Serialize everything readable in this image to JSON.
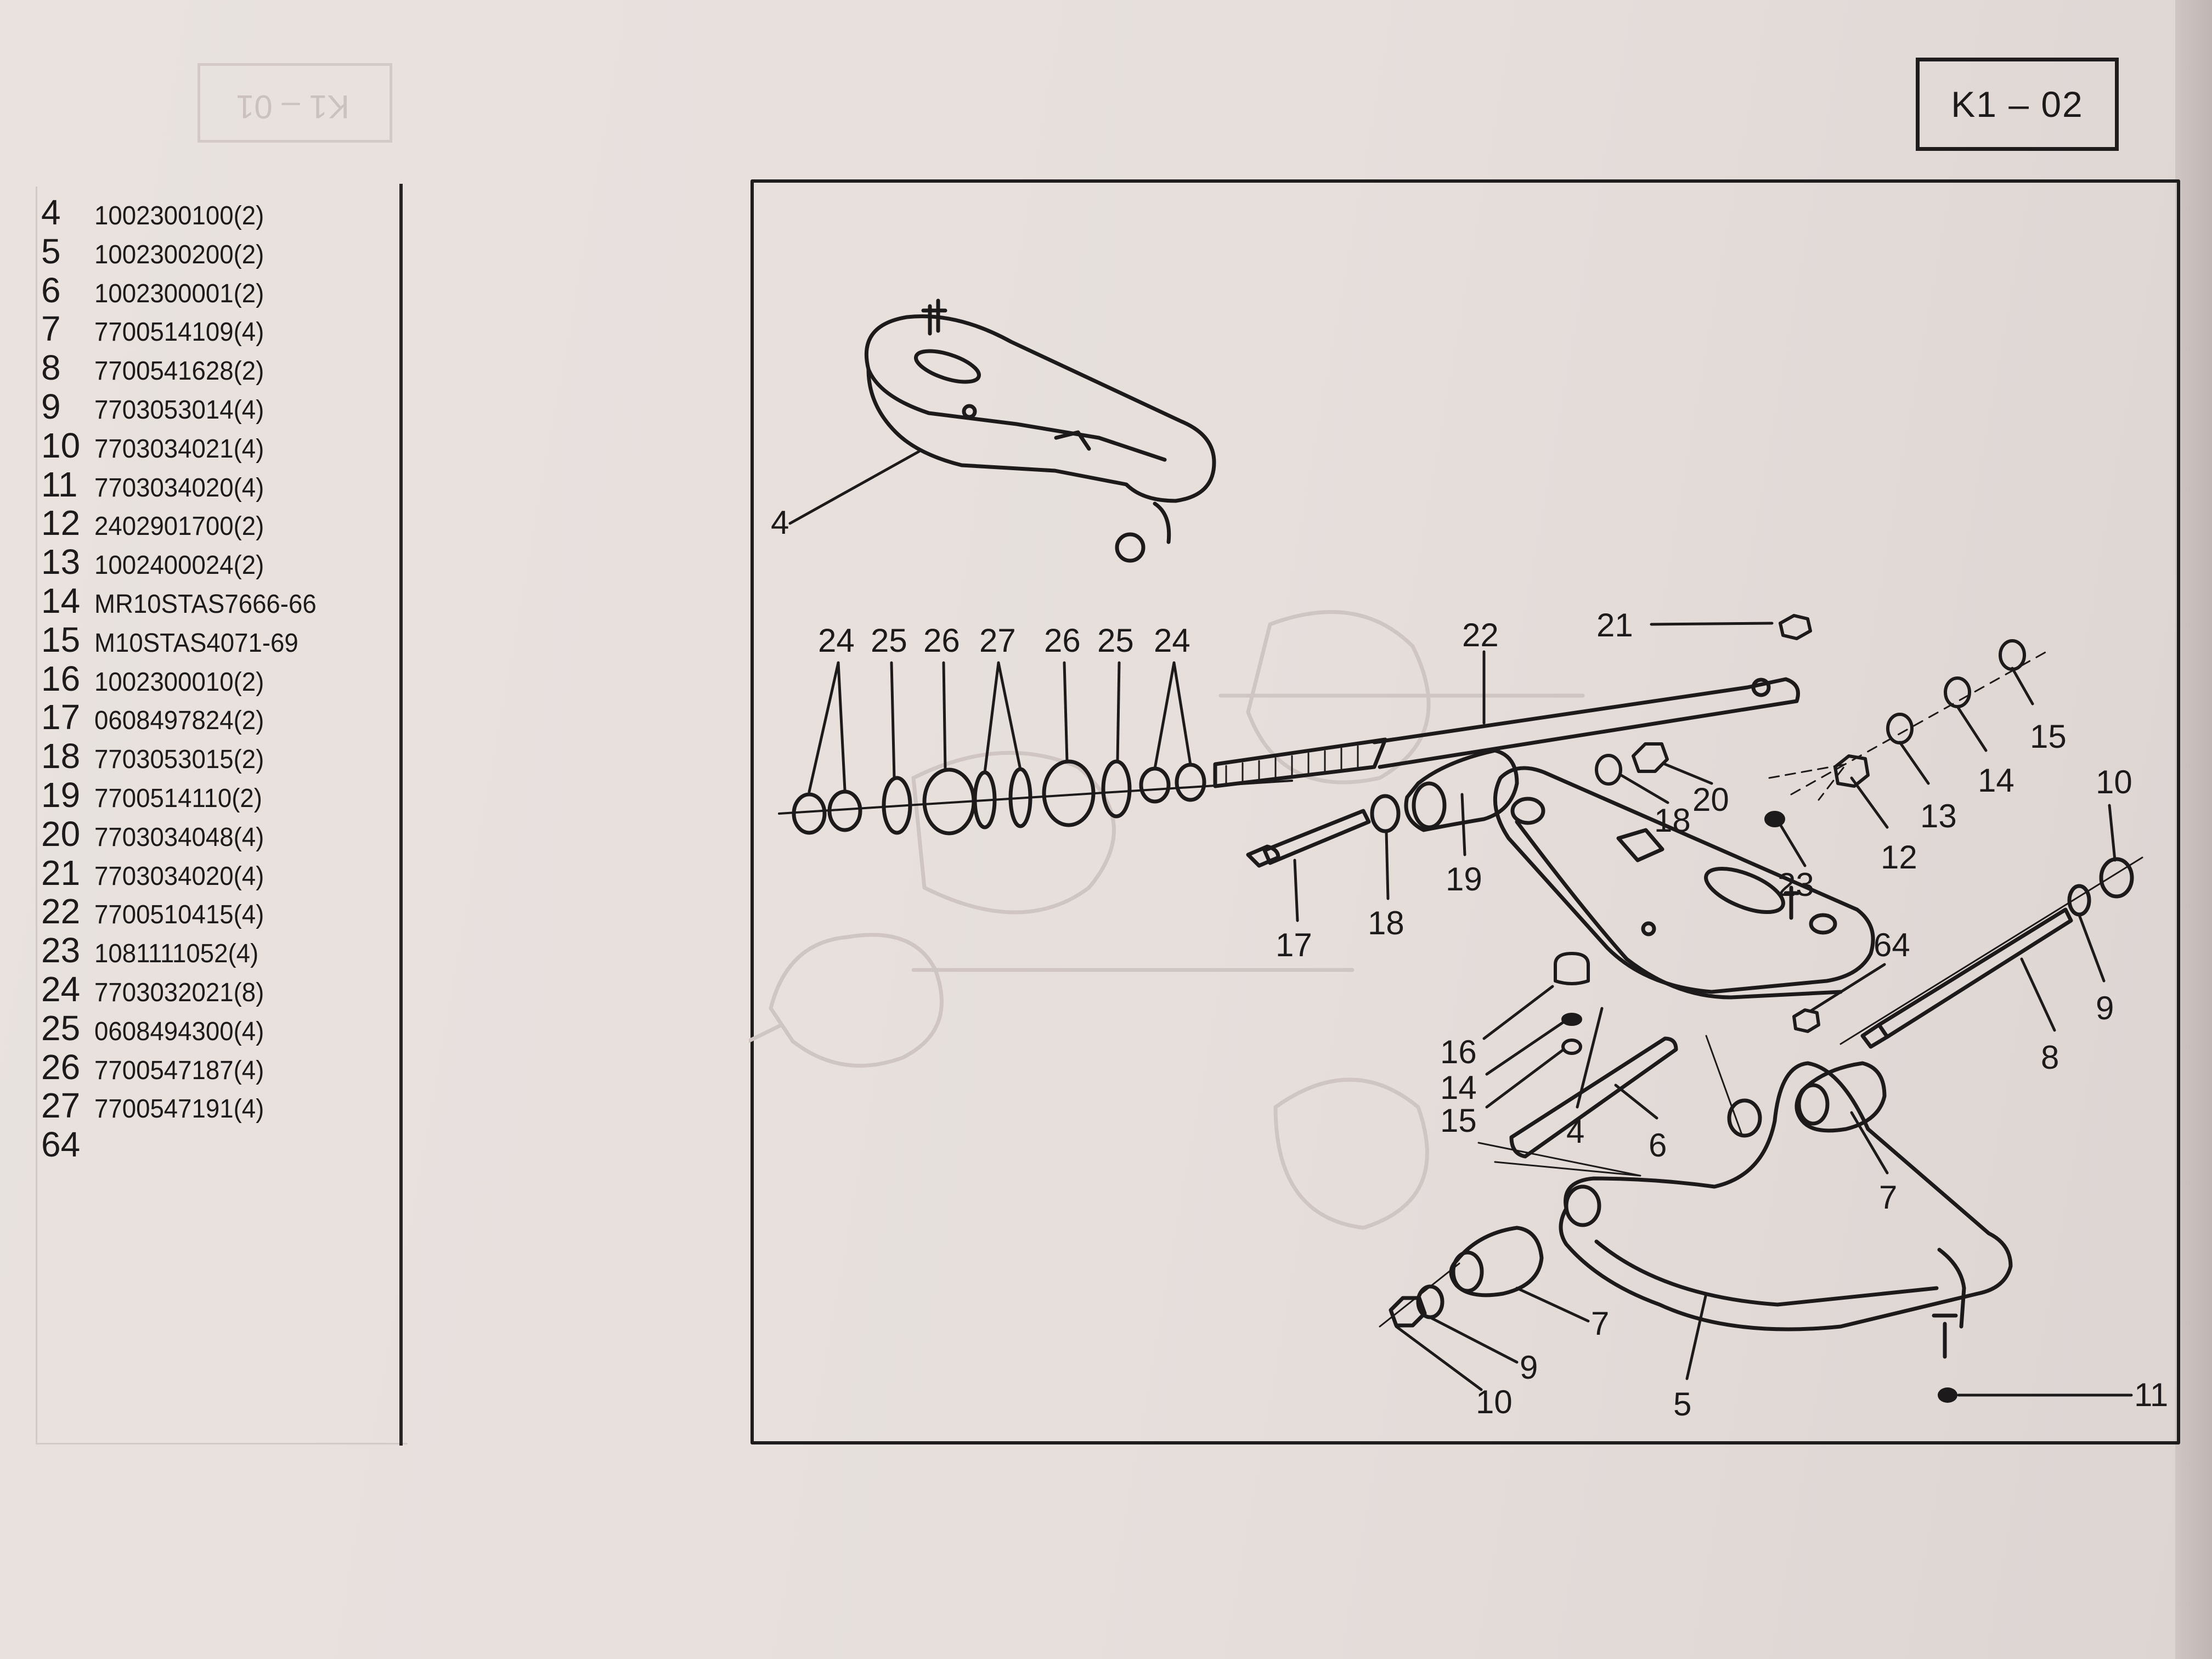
{
  "page_code": "K1 – 02",
  "parts_list": [
    {
      "ref": "4",
      "part": "1002300100(2)"
    },
    {
      "ref": "5",
      "part": "1002300200(2)"
    },
    {
      "ref": "6",
      "part": "1002300001(2)"
    },
    {
      "ref": "7",
      "part": "7700514109(4)"
    },
    {
      "ref": "8",
      "part": "7700541628(2)"
    },
    {
      "ref": "9",
      "part": "7703053014(4)"
    },
    {
      "ref": "10",
      "part": "7703034021(4)"
    },
    {
      "ref": "11",
      "part": "7703034020(4)"
    },
    {
      "ref": "12",
      "part": "2402901700(2)"
    },
    {
      "ref": "13",
      "part": "1002400024(2)"
    },
    {
      "ref": "14",
      "part": "MR10STAS7666-66"
    },
    {
      "ref": "15",
      "part": "M10STAS4071-69"
    },
    {
      "ref": "16",
      "part": "1002300010(2)"
    },
    {
      "ref": "17",
      "part": "0608497824(2)"
    },
    {
      "ref": "18",
      "part": "7703053015(2)"
    },
    {
      "ref": "19",
      "part": "7700514110(2)"
    },
    {
      "ref": "20",
      "part": "7703034048(4)"
    },
    {
      "ref": "21",
      "part": "7703034020(4)"
    },
    {
      "ref": "22",
      "part": "7700510415(4)"
    },
    {
      "ref": "23",
      "part": "1081111052(4)"
    },
    {
      "ref": "24",
      "part": "7703032021(8)"
    },
    {
      "ref": "25",
      "part": "0608494300(4)"
    },
    {
      "ref": "26",
      "part": "7700547187(4)"
    },
    {
      "ref": "27",
      "part": "7700547191(4)"
    },
    {
      "ref": "64",
      "part": ""
    }
  ],
  "diagram": {
    "callouts": {
      "c4a": "4",
      "c24a": "24",
      "c25a": "25",
      "c26a": "26",
      "c27": "27",
      "c26b": "26",
      "c25b": "25",
      "c24b": "24",
      "c22": "22",
      "c21": "21",
      "c15a": "15",
      "c14a": "14",
      "c13": "13",
      "c12": "12",
      "c10a": "10",
      "c20": "20",
      "c18a": "18",
      "c23": "23",
      "c19": "19",
      "c18b": "18",
      "c17": "17",
      "c4b": "4",
      "c64": "64",
      "c8": "8",
      "c9a": "9",
      "c16": "16",
      "c14b": "14",
      "c15b": "15",
      "c6": "6",
      "c7a": "7",
      "c7b": "7",
      "c9b": "9",
      "c10b": "10",
      "c5": "5",
      "c11": "11"
    }
  }
}
